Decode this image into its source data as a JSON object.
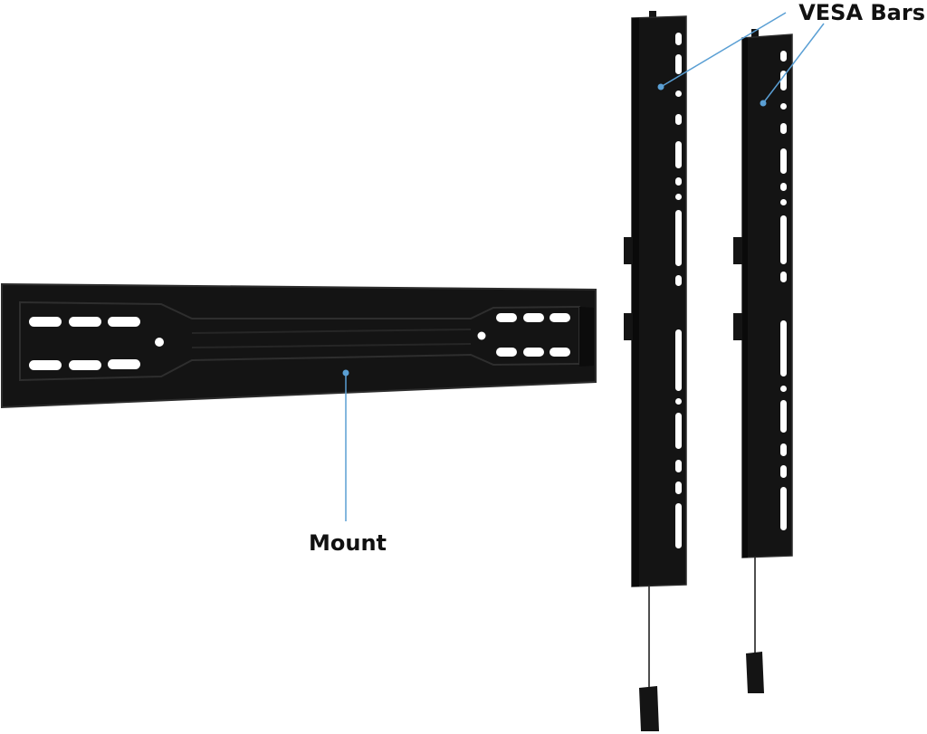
{
  "labels": {
    "vesa_bars": "VESA Bars",
    "mount": "Mount"
  },
  "colors": {
    "hardware": "#141414",
    "hardware_edge": "#2c2c2c",
    "slot": "#ffffff",
    "leader_line": "#5a9fd4",
    "leader_dot": "#5a9fd4",
    "label_text": "#111111"
  },
  "icons": [
    "wall-mount-plate",
    "vesa-bar",
    "safety-pull-cord"
  ]
}
